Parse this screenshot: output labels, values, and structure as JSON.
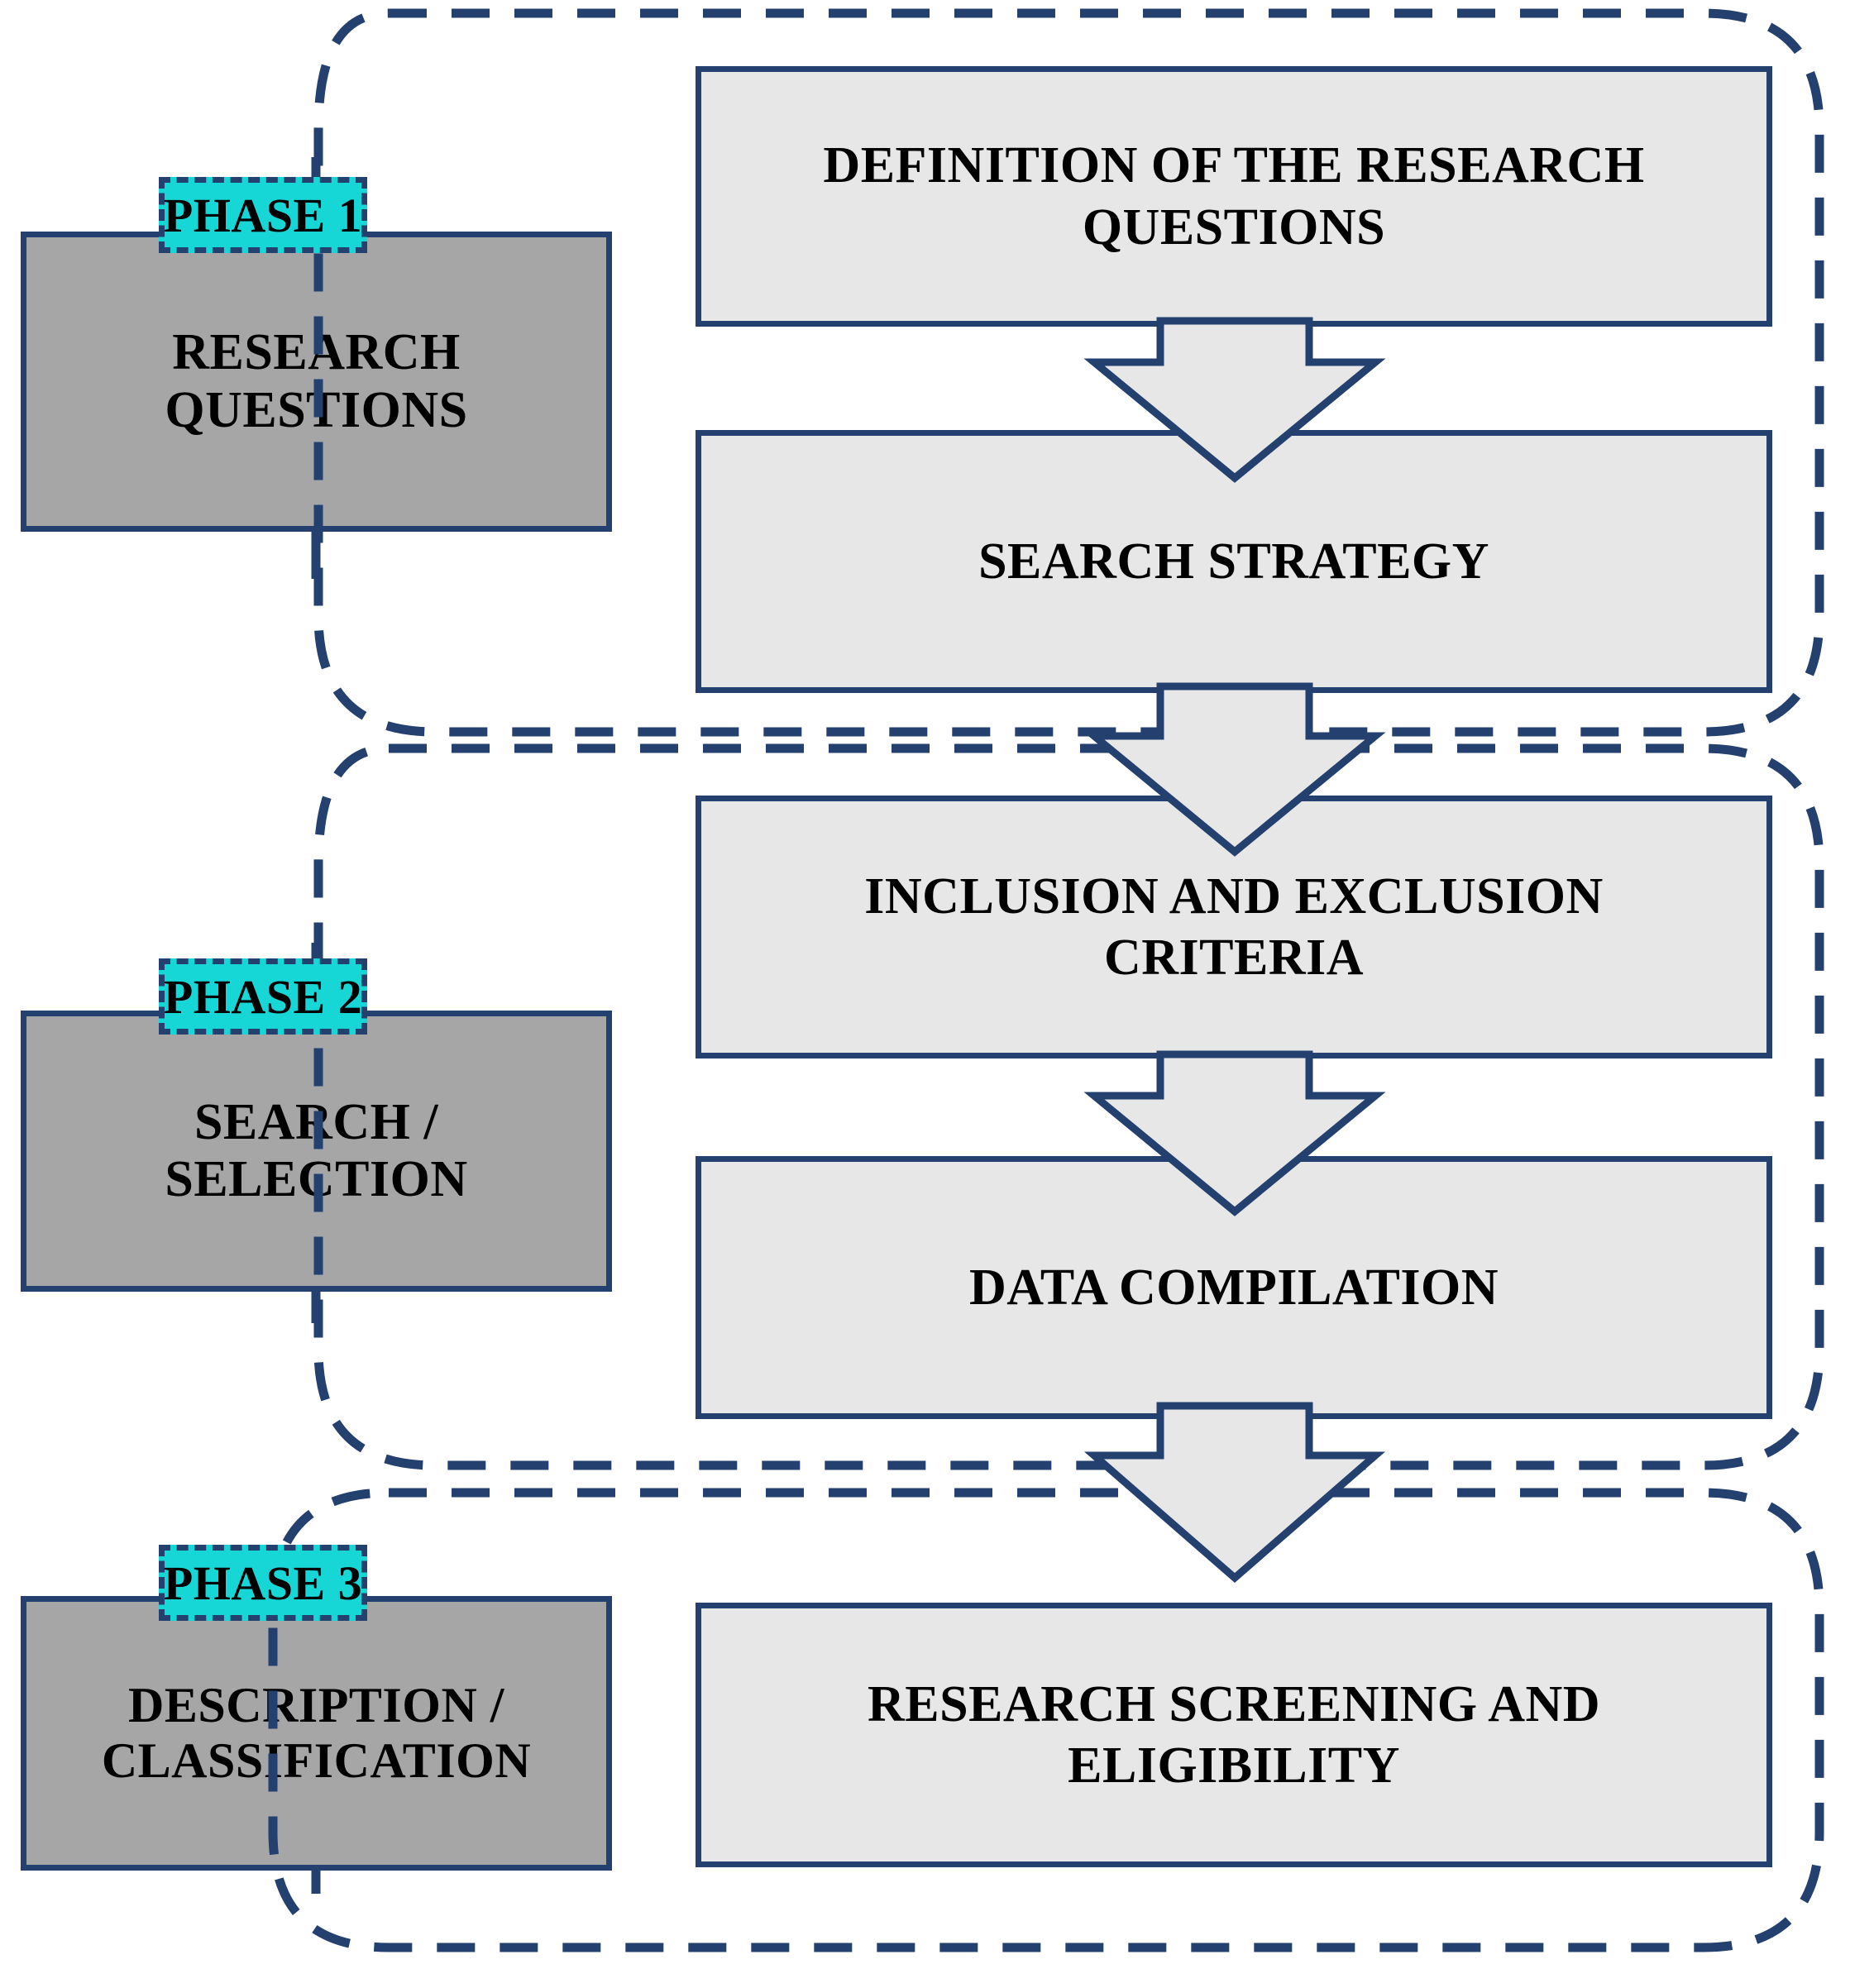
{
  "diagram": {
    "title": "Systematic review methodology phases flowchart",
    "colors": {
      "outline": "#23406E",
      "phase_box_fill": "#A6A6A6",
      "phase_tag_fill": "#16D6D6",
      "step_box_fill": "#E7E7E7",
      "arrow_fill": "#E7E7E7",
      "background": "#FFFFFF"
    },
    "phases": [
      {
        "tag": "PHASE 1",
        "name": "RESEARCH\nQUESTIONS",
        "steps": [
          "DEFINITION OF THE RESEARCH\nQUESTIONS",
          "SEARCH STRATEGY"
        ]
      },
      {
        "tag": "PHASE 2",
        "name": "SEARCH /\nSELECTION",
        "steps": [
          "INCLUSION AND EXCLUSION\nCRITERIA",
          "DATA COMPILATION"
        ]
      },
      {
        "tag": "PHASE 3",
        "name": "DESCRIPTION /\nCLASSIFICATION",
        "steps": [
          "RESEARCH SCREENING AND\nELIGIBILITY"
        ]
      }
    ],
    "flow_order": [
      "DEFINITION OF THE RESEARCH QUESTIONS",
      "SEARCH STRATEGY",
      "INCLUSION AND EXCLUSION CRITERIA",
      "DATA COMPILATION",
      "RESEARCH SCREENING AND ELIGIBILITY"
    ],
    "connector_count": 4
  }
}
